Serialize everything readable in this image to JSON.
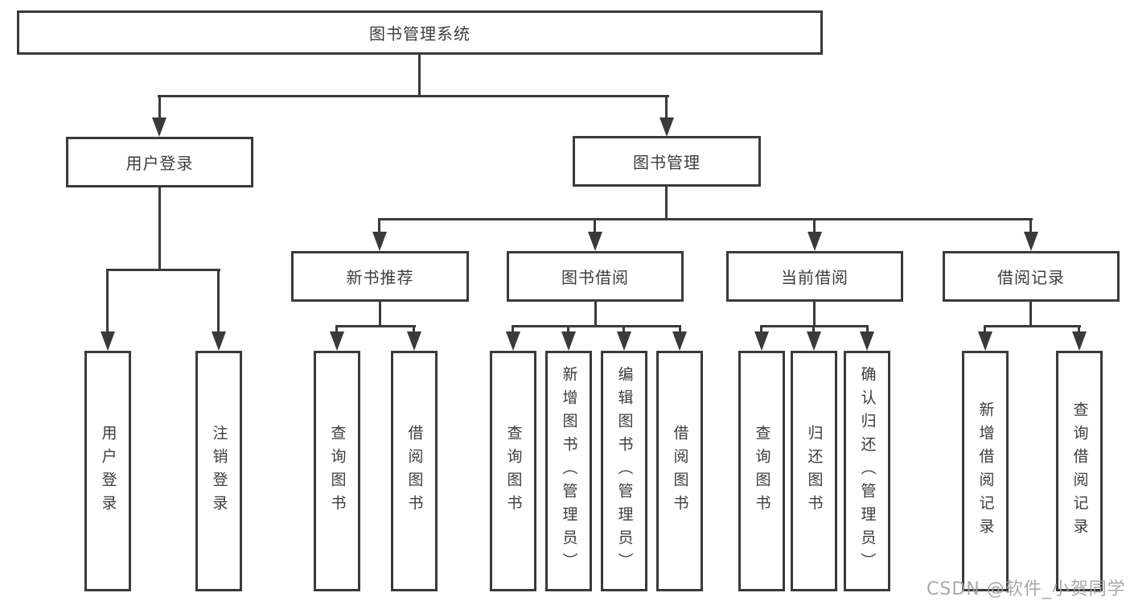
{
  "tree": {
    "label": "图书管理系统",
    "children": [
      {
        "label": "用户登录",
        "children": [
          {
            "label": "用户登录"
          },
          {
            "label": "注销登录"
          }
        ]
      },
      {
        "label": "图书管理",
        "children": [
          {
            "label": "新书推荐",
            "children": [
              {
                "label": "查询图书"
              },
              {
                "label": "借阅图书"
              }
            ]
          },
          {
            "label": "图书借阅",
            "children": [
              {
                "label": "查询图书"
              },
              {
                "label": "新增图书（管理员）"
              },
              {
                "label": "编辑图书（管理员）"
              },
              {
                "label": "借阅图书"
              }
            ]
          },
          {
            "label": "当前借阅",
            "children": [
              {
                "label": "查询图书"
              },
              {
                "label": "归还图书"
              },
              {
                "label": "确认归还（管理员）"
              }
            ]
          },
          {
            "label": "借阅记录",
            "children": [
              {
                "label": "新增借阅记录"
              },
              {
                "label": "查询借阅记录"
              }
            ]
          }
        ]
      }
    ]
  },
  "watermark": {
    "text": "CSDN @软件_小贺同学"
  },
  "colors": {
    "line": "#3a3a3a",
    "text": "#3d3d3d",
    "watermark": "#a0a0a0",
    "background": "#ffffff"
  }
}
